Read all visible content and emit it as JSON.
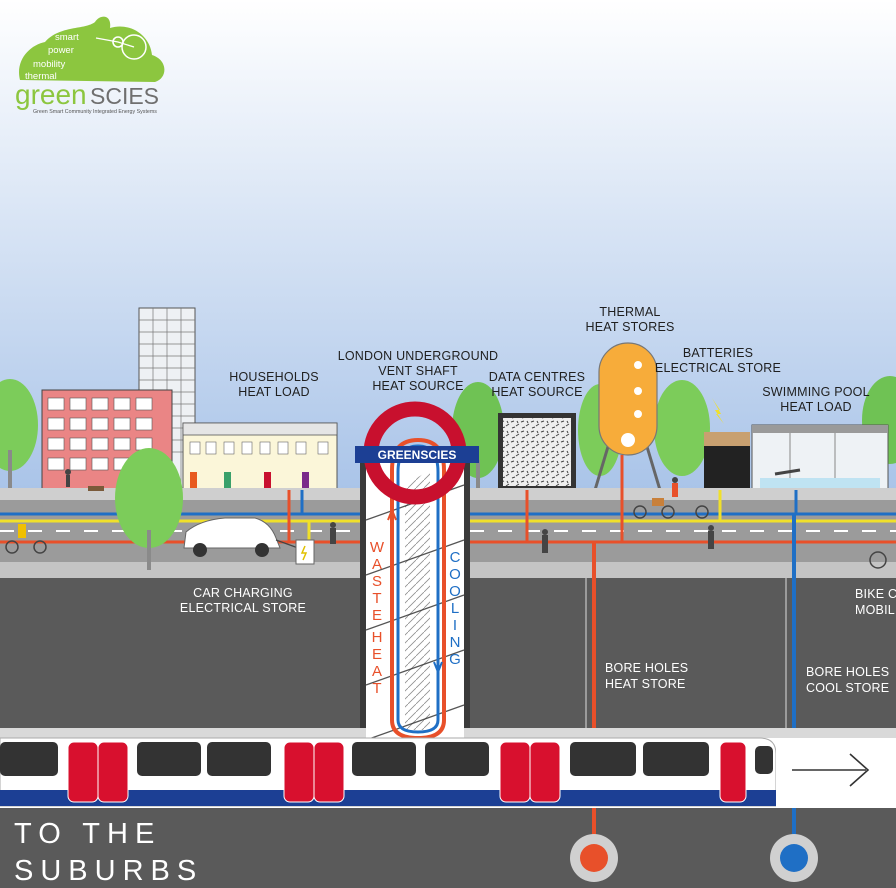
{
  "logo": {
    "tags": [
      "smart",
      "power",
      "mobility",
      "thermal"
    ],
    "wordmark_green": "green",
    "wordmark_grey": "SCIES",
    "subtitle": "Green Smart Community Integrated Energy Systems"
  },
  "labels": {
    "households": [
      "HOUSEHOLDS",
      "HEAT LOAD"
    ],
    "underground": [
      "LONDON UNDERGROUND",
      "VENT SHAFT",
      "HEAT SOURCE"
    ],
    "data_centres": [
      "DATA CENTRES",
      "HEAT SOURCE"
    ],
    "thermal": [
      "THERMAL",
      "HEAT STORES"
    ],
    "batteries": [
      "BATTERIES",
      "ELECTRICAL STORE"
    ],
    "swimming": [
      "SWIMMING POOL",
      "HEAT LOAD"
    ],
    "car_charging": [
      "CAR CHARGING",
      "ELECTRICAL STORE"
    ],
    "bike_charging": [
      "BIKE CH",
      "MOBILI"
    ],
    "bore_heat": [
      "BORE HOLES",
      "HEAT STORE"
    ],
    "bore_cool": [
      "BORE HOLES",
      "COOL STORE"
    ]
  },
  "roundel_text": "GREENSCIES",
  "shaft": {
    "waste_heat": [
      "W",
      "A",
      "S",
      "T",
      "E",
      "H",
      "E",
      "A",
      "T"
    ],
    "cooling": [
      "C",
      "O",
      "O",
      "L",
      "I",
      "N",
      "G"
    ]
  },
  "bottom": {
    "line1": "TO THE",
    "line2": "SUBURBS"
  },
  "colors": {
    "heat": "#e8502a",
    "cool": "#1f6fc5",
    "electric": "#f0e02a",
    "underground_red": "#c8102e",
    "underground_blue": "#1c3f94",
    "ground": "#595959",
    "road": "#9a9a9a",
    "sky_top": "#ffffff",
    "sky_bottom": "#a9c4e8",
    "tree": "#7ccc5a",
    "logo_green": "#8cc63f"
  }
}
